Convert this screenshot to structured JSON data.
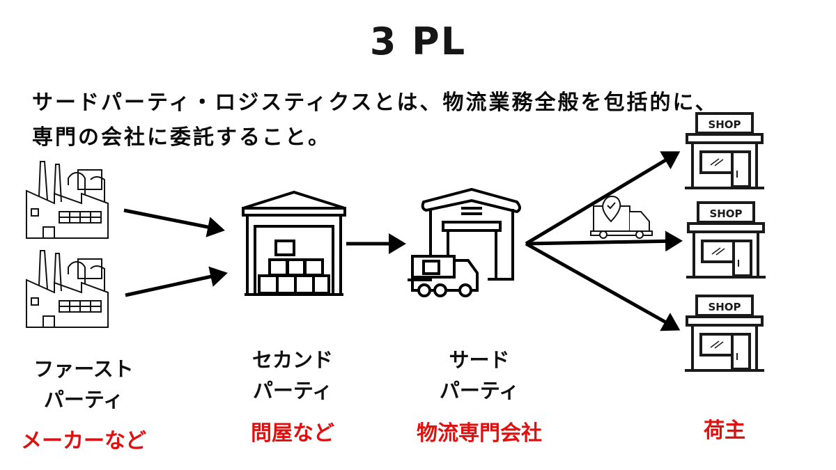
{
  "title": "3 PL",
  "description": {
    "line1": "サードパーティ・ロジスティクスとは、物流業務全般を包括的に、",
    "line2": "専門の会社に委託すること。"
  },
  "accent_color": "#e01010",
  "parties": [
    {
      "label_line1": "ファースト",
      "label_line2": "パーティ",
      "example": "メーカーなど",
      "icon": "factory-icon"
    },
    {
      "label_line1": "セカンド",
      "label_line2": "パーティ",
      "example": "問屋など",
      "icon": "warehouse-boxes-icon"
    },
    {
      "label_line1": "サード",
      "label_line2": "パーティ",
      "example": "物流専門会社",
      "icon": "warehouse-truck-icon"
    },
    {
      "label_line1": "",
      "label_line2": "",
      "example": "荷主",
      "icon": "shop-icon"
    }
  ],
  "shop_sign": "SHOP"
}
